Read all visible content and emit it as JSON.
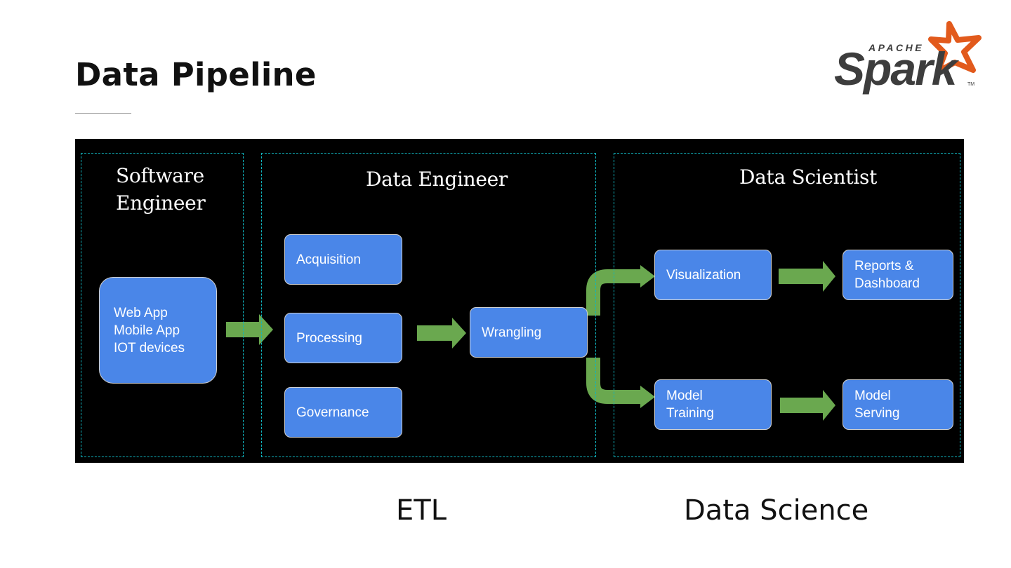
{
  "slide": {
    "title": "Data Pipeline"
  },
  "logo": {
    "top_text": "APACHE",
    "word": "Spark",
    "tm": "TM",
    "accent_color": "#e25a1c"
  },
  "colors": {
    "panel": "#000000",
    "box": "#4a86e8",
    "arrow": "#6aa84f",
    "dash": "#10b5bf"
  },
  "groups": {
    "software_engineer": {
      "title": [
        "Software",
        "Engineer"
      ]
    },
    "data_engineer": {
      "title": "Data Engineer"
    },
    "data_scientist": {
      "title": "Data Scientist"
    }
  },
  "boxes": {
    "sources": [
      "Web App",
      "Mobile App",
      "IOT devices"
    ],
    "acquisition": "Acquisition",
    "processing": "Processing",
    "governance": "Governance",
    "wrangling": "Wrangling",
    "visualization": "Visualization",
    "reports": [
      "Reports &",
      "Dashboard"
    ],
    "model_training": [
      "Model",
      "Training"
    ],
    "model_serving": [
      "Model",
      "Serving"
    ]
  },
  "labels": {
    "etl": "ETL",
    "data_science": "Data Science"
  }
}
